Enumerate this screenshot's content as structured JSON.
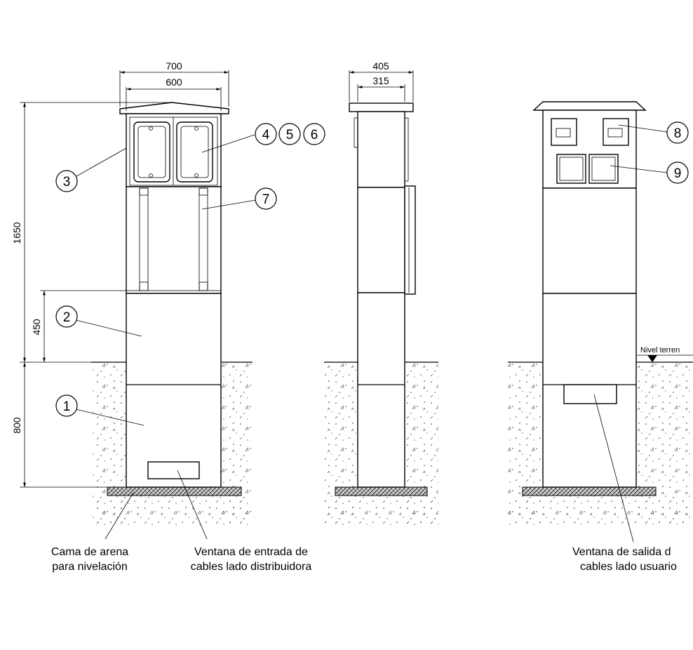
{
  "dimensions": {
    "front_width_outer": "700",
    "front_width_inner": "600",
    "side_width_outer": "405",
    "side_width_inner": "315",
    "total_height": "1650",
    "above_ground": "450",
    "buried": "800"
  },
  "balloons": [
    "1",
    "2",
    "3",
    "4",
    "5",
    "6",
    "7",
    "8",
    "9"
  ],
  "captions": {
    "sand_bed_line1": "Cama de arena",
    "sand_bed_line2": "para nivelación",
    "entry_window_line1": "Ventana de entrada de",
    "entry_window_line2": "cables lado distribuidora",
    "exit_window_line1": "Ventana de salida d",
    "exit_window_line2": "cables lado usuario",
    "ground_level": "Nivel terren"
  }
}
